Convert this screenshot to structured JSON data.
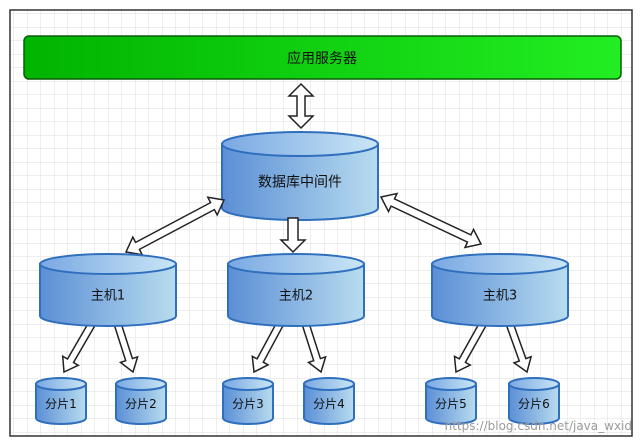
{
  "diagram": {
    "app_server": {
      "label": "应用服务器"
    },
    "middleware": {
      "label": "数据库中间件"
    },
    "hosts": [
      {
        "label": "主机1"
      },
      {
        "label": "主机2"
      },
      {
        "label": "主机3"
      }
    ],
    "shards": [
      {
        "label": "分片1"
      },
      {
        "label": "分片2"
      },
      {
        "label": "分片3"
      },
      {
        "label": "分片4"
      },
      {
        "label": "分片5"
      },
      {
        "label": "分片6"
      }
    ]
  },
  "watermark": "https://blog.csdn.net/java_wxid",
  "colors": {
    "server_green_dark": "#00b400",
    "server_green_light": "#22ee22",
    "cylinder_blue_dark": "#5b8fd6",
    "cylinder_blue_light": "#b8dcef",
    "cylinder_outline": "#2f6fbe",
    "grid_line": "#dddddd"
  }
}
